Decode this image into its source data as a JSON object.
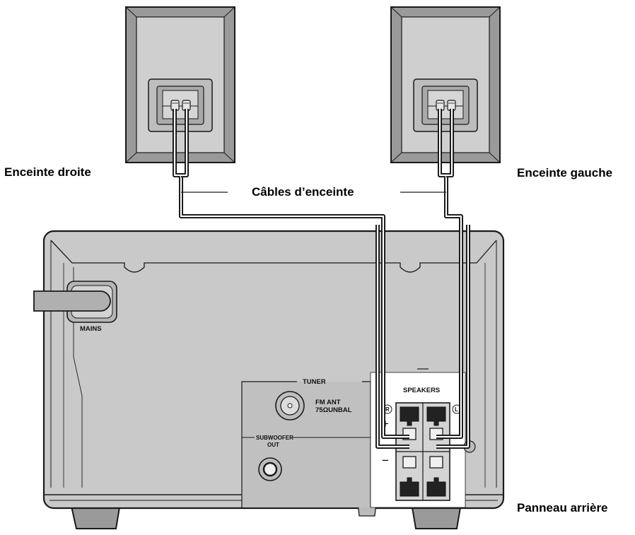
{
  "labels": {
    "right_speaker": "Enceinte droite",
    "left_speaker": "Enceinte gauche",
    "speaker_cables": "Câbles d’enceinte",
    "rear_panel": "Panneau arrière"
  },
  "panel": {
    "mains": "MAINS",
    "tuner": "TUNER",
    "fm_ant_line1": "FM ANT",
    "fm_ant_line2": "75ΩUNBAL",
    "subwoofer_line1": "SUBWOOFER",
    "subwoofer_line2": "OUT",
    "speakers": "SPEAKERS",
    "channel_r": "R",
    "channel_l": "L",
    "plus": "+",
    "minus": "−"
  },
  "colors": {
    "cabinet": "#c9c9c9",
    "cabinet_dark": "#a8a8a8",
    "outline": "#1a1a1a",
    "background": "#ffffff"
  }
}
